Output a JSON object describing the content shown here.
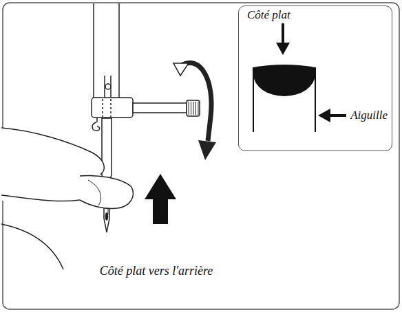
{
  "diagram": {
    "caption": "Côté plat vers l'arrière",
    "nodes": [
      {
        "text": [
          "Côté plat",
          "Aiguille"
        ]
      }
    ]
  }
}
